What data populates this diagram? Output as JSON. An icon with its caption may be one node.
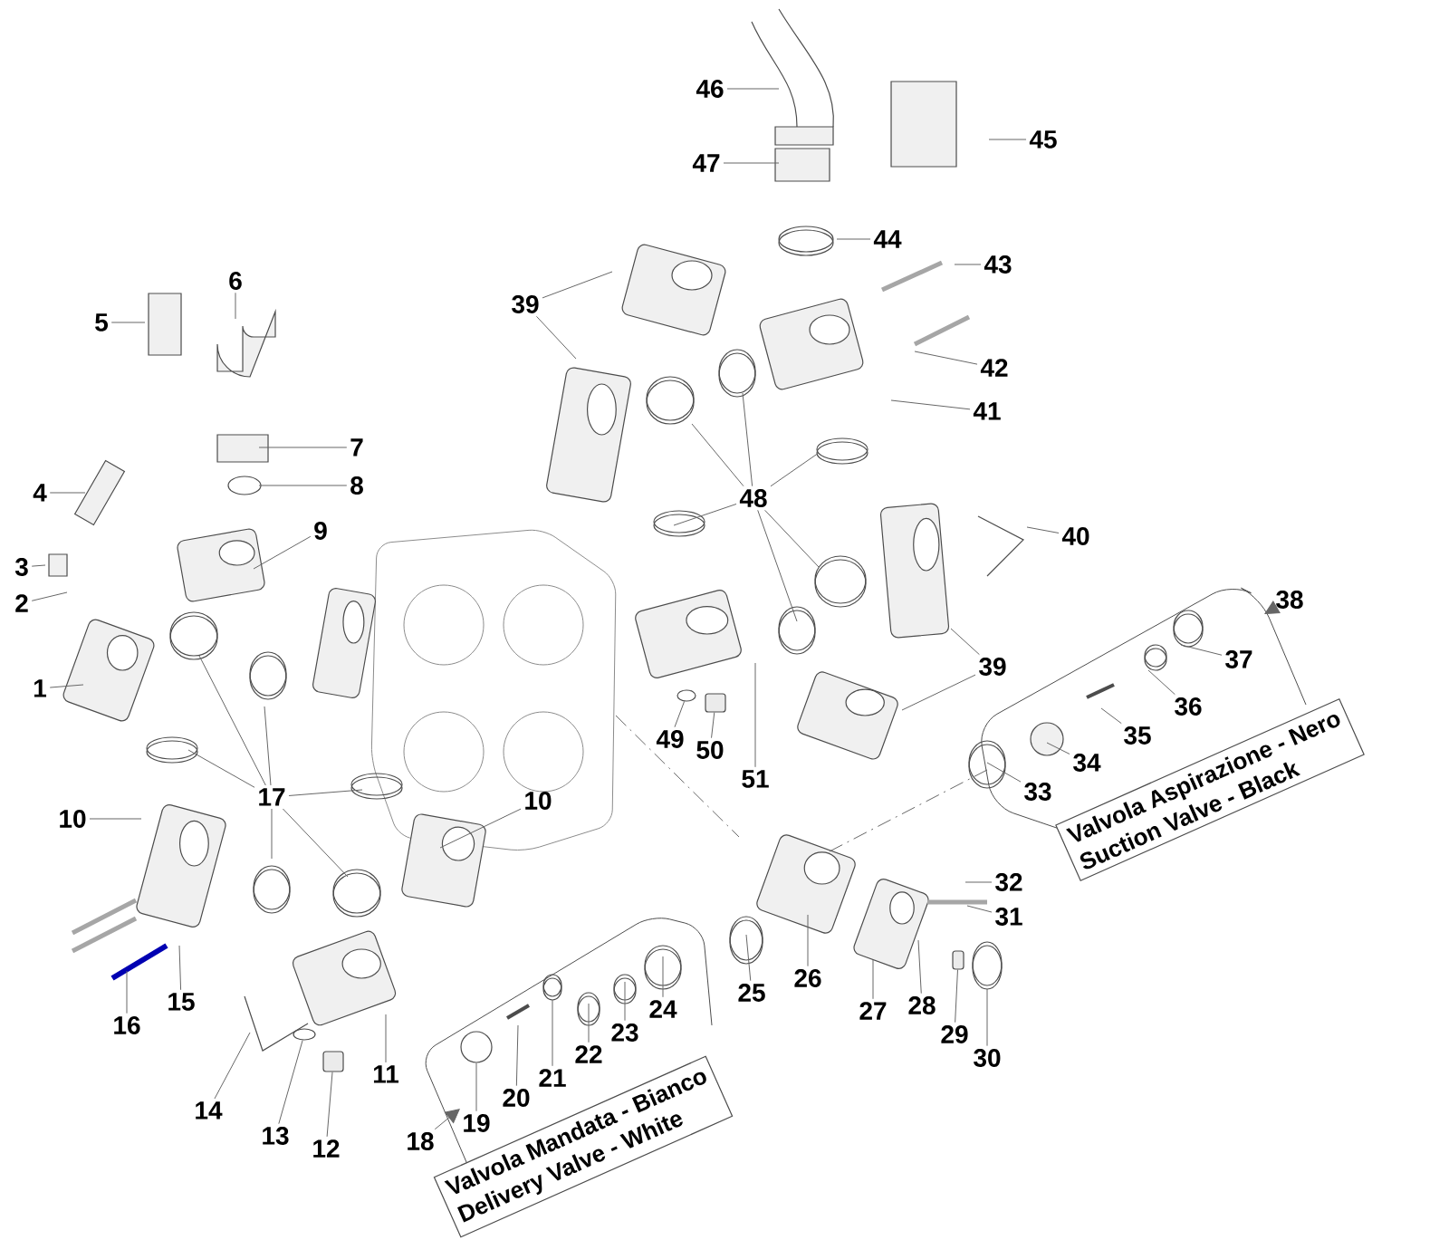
{
  "diagram": {
    "nodes": [
      {
        "text": [
          "1"
        ]
      },
      {
        "text": [
          "2"
        ]
      },
      {
        "text": [
          "3"
        ]
      },
      {
        "text": [
          "4"
        ]
      },
      {
        "text": [
          "5"
        ]
      },
      {
        "text": [
          "6"
        ]
      },
      {
        "text": [
          "7"
        ]
      },
      {
        "text": [
          "8"
        ]
      },
      {
        "text": [
          "9"
        ]
      },
      {
        "text": [
          "10"
        ]
      },
      {
        "text": [
          "10"
        ]
      },
      {
        "text": [
          "11"
        ]
      },
      {
        "text": [
          "12"
        ]
      },
      {
        "text": [
          "13"
        ]
      },
      {
        "text": [
          "14"
        ]
      },
      {
        "text": [
          "15"
        ]
      },
      {
        "text": [
          "16"
        ]
      },
      {
        "text": [
          "17"
        ]
      },
      {
        "text": [
          "18"
        ]
      },
      {
        "text": [
          "19"
        ]
      },
      {
        "text": [
          "20"
        ]
      },
      {
        "text": [
          "21"
        ]
      },
      {
        "text": [
          "22"
        ]
      },
      {
        "text": [
          "23"
        ]
      },
      {
        "text": [
          "24"
        ]
      },
      {
        "text": [
          "25"
        ]
      },
      {
        "text": [
          "26"
        ]
      },
      {
        "text": [
          "27"
        ]
      },
      {
        "text": [
          "28"
        ]
      },
      {
        "text": [
          "29"
        ]
      },
      {
        "text": [
          "30"
        ]
      },
      {
        "text": [
          "31"
        ]
      },
      {
        "text": [
          "32"
        ]
      },
      {
        "text": [
          "33"
        ]
      },
      {
        "text": [
          "34"
        ]
      },
      {
        "text": [
          "35"
        ]
      },
      {
        "text": [
          "36"
        ]
      },
      {
        "text": [
          "37"
        ]
      },
      {
        "text": [
          "38"
        ]
      },
      {
        "text": [
          "39"
        ]
      },
      {
        "text": [
          "39"
        ]
      },
      {
        "text": [
          "40"
        ]
      },
      {
        "text": [
          "41"
        ]
      },
      {
        "text": [
          "42"
        ]
      },
      {
        "text": [
          "43"
        ]
      },
      {
        "text": [
          "44"
        ]
      },
      {
        "text": [
          "45"
        ]
      },
      {
        "text": [
          "46"
        ]
      },
      {
        "text": [
          "47"
        ]
      },
      {
        "text": [
          "48"
        ]
      },
      {
        "text": [
          "49"
        ]
      },
      {
        "text": [
          "50"
        ]
      },
      {
        "text": [
          "51"
        ]
      },
      {
        "text": [
          "Valvola Mandata - Bianco",
          "Delivery Valve - White"
        ]
      },
      {
        "text": [
          "Valvola Aspirazione - Nero",
          "Suction Valve - Black"
        ]
      },
      {
        "text": [],
        "shape": "circle"
      },
      {
        "text": [],
        "shape": "box"
      },
      {
        "text": [],
        "shape": "circle"
      },
      {
        "text": [],
        "shape": "box"
      },
      {
        "text": [],
        "shape": "box"
      },
      {
        "text": [],
        "shape": "circle"
      }
    ],
    "edges": [
      {
        "from": 0,
        "to": null,
        "arrow": "none"
      },
      {
        "from": 1,
        "to": null,
        "arrow": "none"
      },
      {
        "from": 2,
        "to": null,
        "arrow": "none"
      },
      {
        "from": 3,
        "to": null,
        "arrow": "none"
      },
      {
        "from": 4,
        "to": null,
        "arrow": "none"
      },
      {
        "from": 5,
        "to": null,
        "arrow": "none"
      },
      {
        "from": 6,
        "to": null,
        "arrow": "none"
      },
      {
        "from": 7,
        "to": null,
        "arrow": "none"
      },
      {
        "from": 8,
        "to": null,
        "arrow": "none"
      },
      {
        "from": 9,
        "to": null,
        "arrow": "none"
      },
      {
        "from": 10,
        "to": null,
        "arrow": "none"
      },
      {
        "from": 11,
        "to": null,
        "arrow": "none"
      },
      {
        "from": 12,
        "to": 56,
        "arrow": "none"
      },
      {
        "from": 13,
        "to": 55,
        "arrow": "none"
      },
      {
        "from": 14,
        "to": null,
        "arrow": "none"
      },
      {
        "from": 15,
        "to": null,
        "arrow": "none"
      },
      {
        "from": 16,
        "to": null,
        "arrow": "none"
      },
      {
        "from": 17,
        "to": null,
        "arrow": "none"
      },
      {
        "from": 17,
        "to": null,
        "arrow": "none"
      },
      {
        "from": 17,
        "to": null,
        "arrow": "none"
      },
      {
        "from": 17,
        "to": null,
        "arrow": "none"
      },
      {
        "from": 17,
        "to": null,
        "arrow": "none"
      },
      {
        "from": 17,
        "to": null,
        "arrow": "none"
      },
      {
        "from": 18,
        "to": null,
        "arrow": "to"
      },
      {
        "from": 19,
        "to": 57,
        "arrow": "none"
      },
      {
        "from": 20,
        "to": null,
        "arrow": "none"
      },
      {
        "from": 21,
        "to": null,
        "arrow": "none"
      },
      {
        "from": 22,
        "to": null,
        "arrow": "none"
      },
      {
        "from": 23,
        "to": null,
        "arrow": "none"
      },
      {
        "from": 24,
        "to": null,
        "arrow": "none"
      },
      {
        "from": 25,
        "to": null,
        "arrow": "none"
      },
      {
        "from": 26,
        "to": null,
        "arrow": "none"
      },
      {
        "from": 27,
        "to": null,
        "arrow": "none"
      },
      {
        "from": 28,
        "to": null,
        "arrow": "none"
      },
      {
        "from": 29,
        "to": 59,
        "arrow": "none"
      },
      {
        "from": 30,
        "to": null,
        "arrow": "none"
      },
      {
        "from": 31,
        "to": null,
        "arrow": "none"
      },
      {
        "from": 32,
        "to": null,
        "arrow": "none"
      },
      {
        "from": 33,
        "to": null,
        "arrow": "none"
      },
      {
        "from": 34,
        "to": null,
        "arrow": "none"
      },
      {
        "from": 35,
        "to": null,
        "arrow": "none"
      },
      {
        "from": 36,
        "to": null,
        "arrow": "none"
      },
      {
        "from": 37,
        "to": null,
        "arrow": "none"
      },
      {
        "from": 38,
        "to": null,
        "arrow": "to"
      },
      {
        "from": 39,
        "to": null,
        "arrow": "none"
      },
      {
        "from": 39,
        "to": null,
        "arrow": "none"
      },
      {
        "from": 40,
        "to": null,
        "arrow": "none"
      },
      {
        "from": 40,
        "to": null,
        "arrow": "none"
      },
      {
        "from": 41,
        "to": null,
        "arrow": "none"
      },
      {
        "from": 42,
        "to": null,
        "arrow": "none"
      },
      {
        "from": 43,
        "to": null,
        "arrow": "none"
      },
      {
        "from": 44,
        "to": null,
        "arrow": "none"
      },
      {
        "from": 45,
        "to": null,
        "arrow": "none"
      },
      {
        "from": 46,
        "to": null,
        "arrow": "none"
      },
      {
        "from": 47,
        "to": null,
        "arrow": "none"
      },
      {
        "from": 48,
        "to": null,
        "arrow": "none"
      },
      {
        "from": 49,
        "to": null,
        "arrow": "none"
      },
      {
        "from": 49,
        "to": null,
        "arrow": "none"
      },
      {
        "from": 49,
        "to": null,
        "arrow": "none"
      },
      {
        "from": 49,
        "to": null,
        "arrow": "none"
      },
      {
        "from": 49,
        "to": null,
        "arrow": "none"
      },
      {
        "from": 49,
        "to": null,
        "arrow": "none"
      },
      {
        "from": 50,
        "to": 60,
        "arrow": "none"
      },
      {
        "from": 51,
        "to": 58,
        "arrow": "none"
      },
      {
        "from": 52,
        "to": null,
        "arrow": "none"
      }
    ]
  }
}
